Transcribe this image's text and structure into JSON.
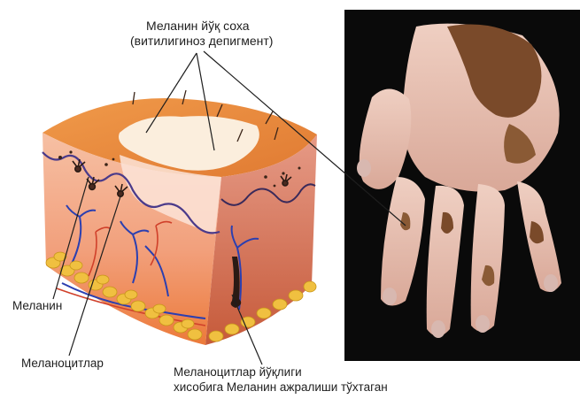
{
  "labels": {
    "depigmented_area_line1": "Меланин йўқ соха",
    "depigmented_area_line2": "(витилигиноз депигмент)",
    "melanin": "Меланин",
    "melanocytes": "Меланоцитлар",
    "caption_line1": "Меланоцитлар йўқлиги",
    "caption_line2": "хисобига Меланин ажралиши тўхтаган"
  },
  "colors": {
    "skin_top": "#e9843a",
    "skin_front": "#f2b08a",
    "skin_side": "#d9776a",
    "depigmented_patch": "#fbeedd",
    "fat_cells": "#f0c040",
    "vessels": "#2b3fb0",
    "arteries": "#d0402a",
    "melanin": "#3a2418",
    "photo_background": "#0a0a0a",
    "hand_pale": "#e9c3b5",
    "hand_pigmented": "#7a4a2a"
  }
}
